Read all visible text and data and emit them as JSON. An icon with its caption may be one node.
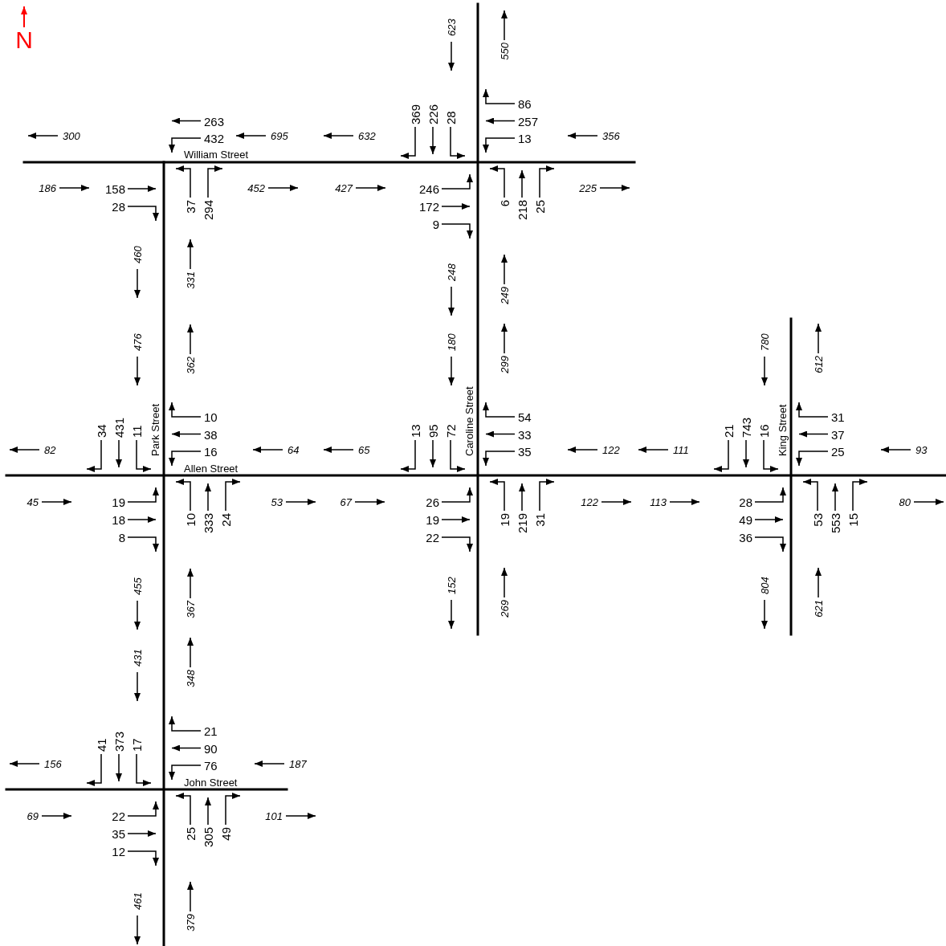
{
  "diagram": {
    "labels": [
      "N",
      "William Street",
      "Park Street",
      "Allen Street",
      "Caroline Street",
      "King Street",
      "John Street",
      "263",
      "432",
      "158",
      "28",
      "37",
      "294",
      "369",
      "226",
      "28",
      "86",
      "257",
      "13",
      "246",
      "172",
      "9",
      "6",
      "218",
      "25",
      "34",
      "431",
      "11",
      "10",
      "38",
      "16",
      "19",
      "18",
      "8",
      "10",
      "333",
      "24",
      "13",
      "95",
      "72",
      "54",
      "33",
      "35",
      "26",
      "19",
      "22",
      "19",
      "219",
      "31",
      "21",
      "743",
      "16",
      "31",
      "37",
      "25",
      "28",
      "49",
      "36",
      "53",
      "553",
      "15",
      "41",
      "373",
      "17",
      "21",
      "90",
      "76",
      "22",
      "35",
      "12",
      "25",
      "305",
      "49",
      "300",
      "695",
      "632",
      "356",
      "82",
      "64",
      "65",
      "122",
      "111",
      "93",
      "156",
      "187",
      "186",
      "452",
      "427",
      "225",
      "45",
      "53",
      "67",
      "122",
      "113",
      "80",
      "69",
      "101",
      "460",
      "476",
      "455",
      "431",
      "461",
      "623",
      "248",
      "180",
      "152",
      "780",
      "804",
      "331",
      "362",
      "367",
      "348",
      "379",
      "550",
      "249",
      "299",
      "269",
      "612",
      "621"
    ]
  }
}
